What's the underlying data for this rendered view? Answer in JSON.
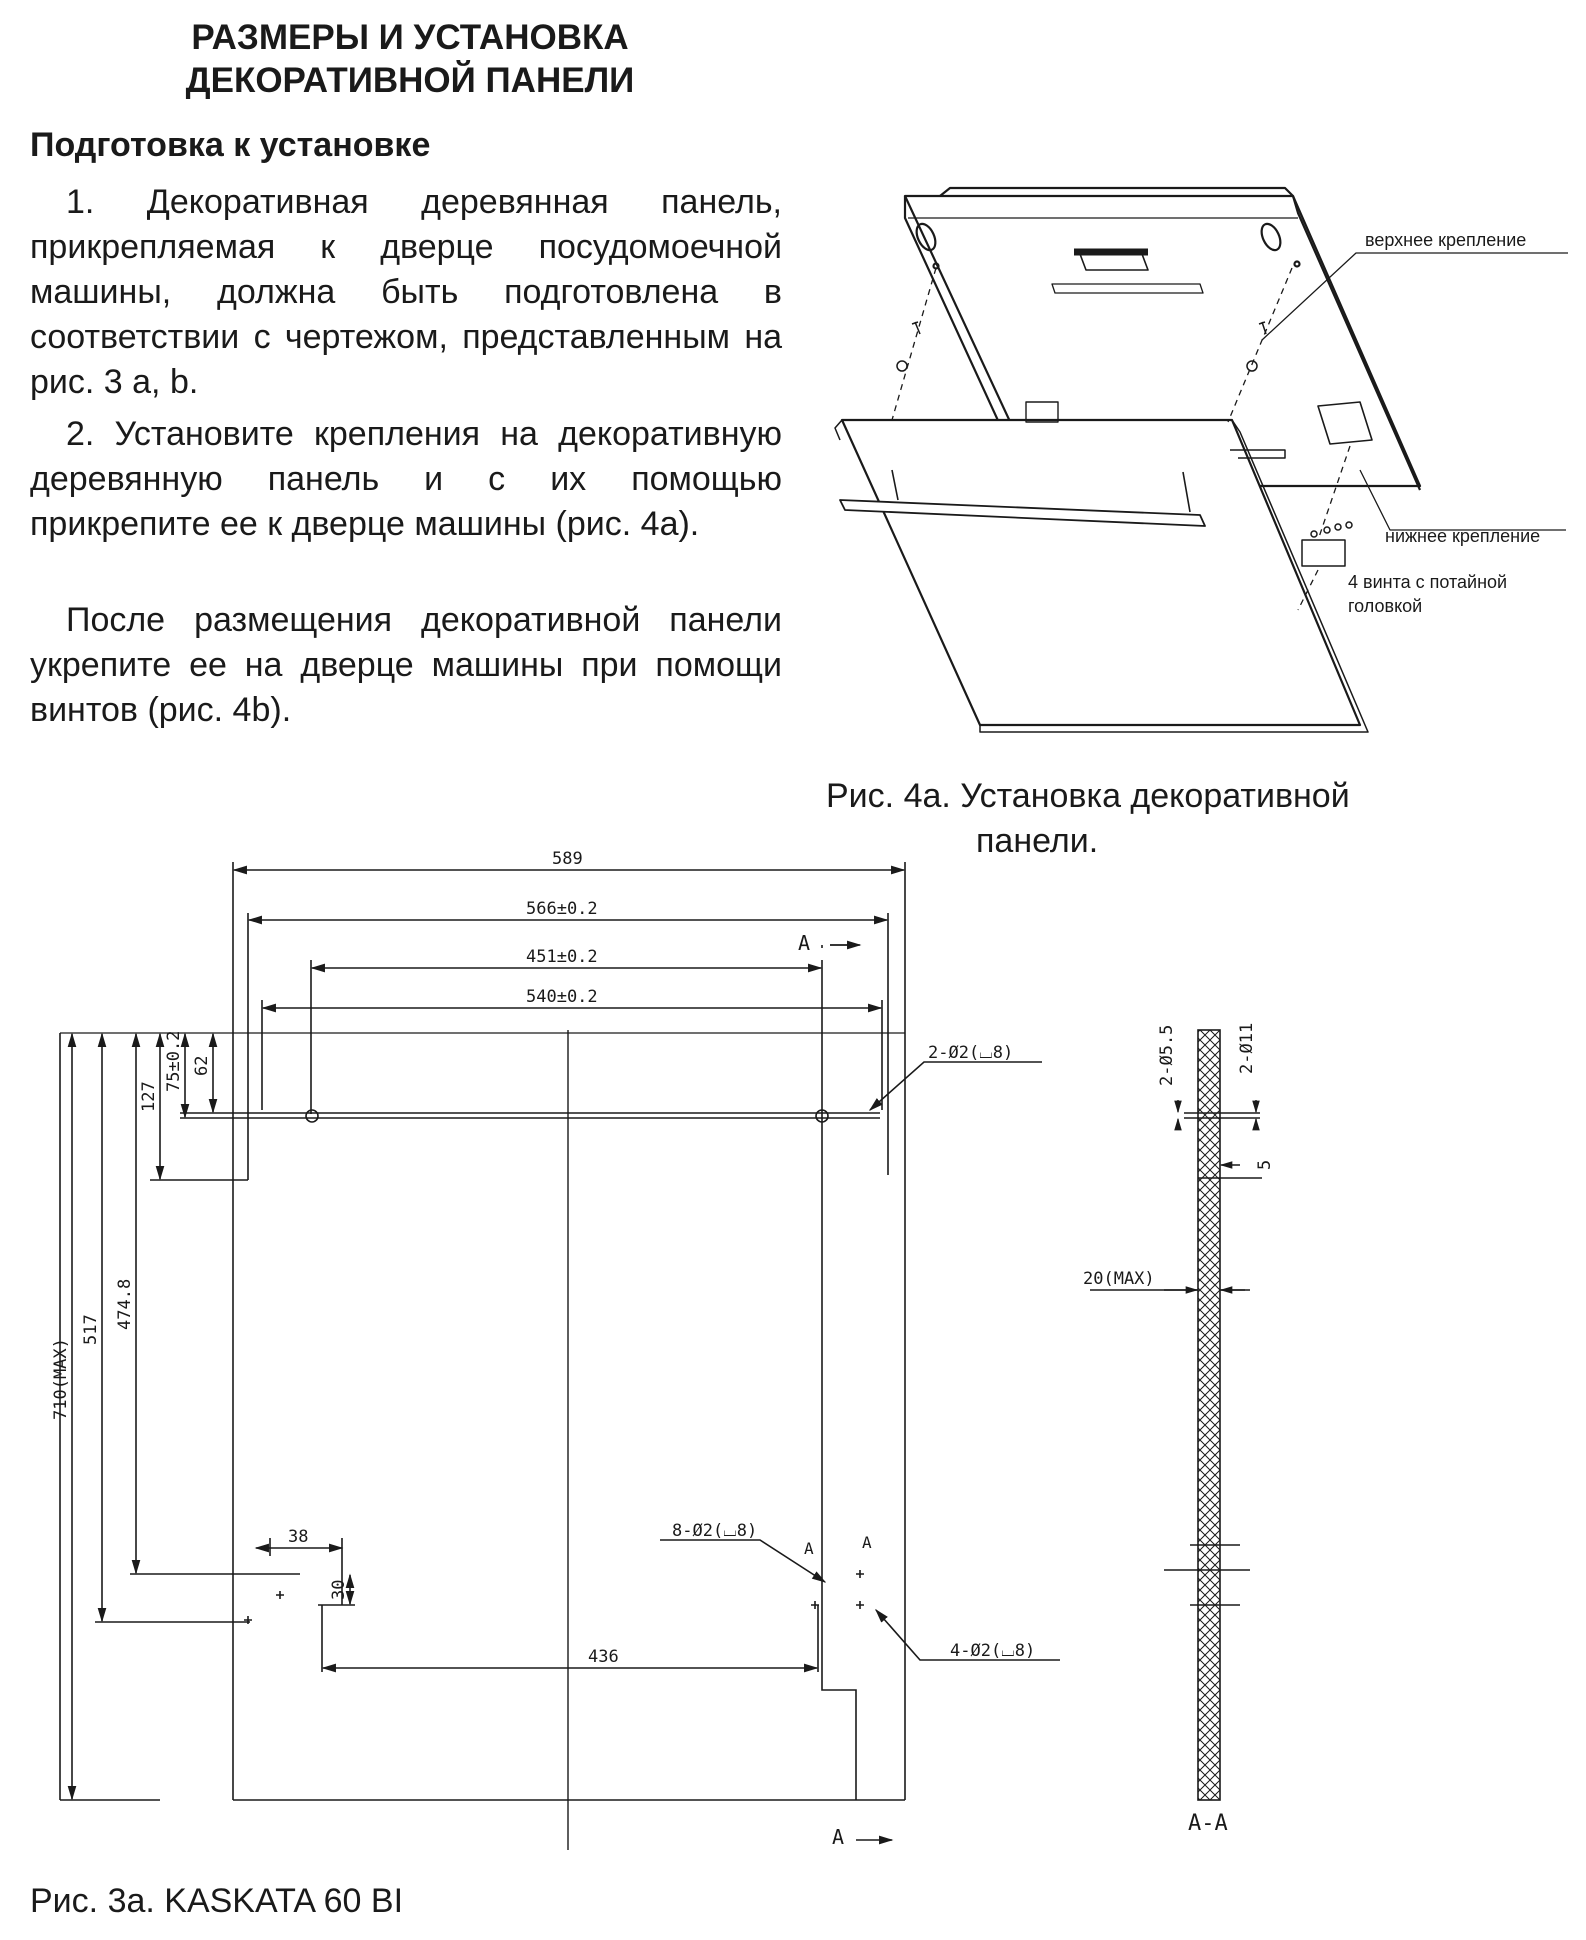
{
  "header": {
    "title_line1": "РАЗМЕРЫ И УСТАНОВКА",
    "title_line2": "ДЕКОРАТИВНОЙ ПАНЕЛИ",
    "subtitle": "Подготовка к установке"
  },
  "steps": {
    "step1": "1. Декоративная деревянная панель, прикрепляемая к дверце посудомоечной машины, должна быть подготовлена в соответствии с чертежом, представленным на рис. 3 a, b.",
    "step2": "2. Установите крепления на декоративную деревянную панель и с их помощью прикрепите ее к дверце машины (рис. 4a).",
    "step3": "После размещения декоративной панели укрепите ее на дверце машины при помощи винтов (рис. 4b)."
  },
  "figure_4a": {
    "label_upper": "верхнее крепление",
    "label_lower": "нижнее крепление",
    "label_screws_1": "4 винта с потайной",
    "label_screws_2": "головкой",
    "caption_line1": "Рис. 4a. Установка декоративной",
    "caption_line2": "панели."
  },
  "figure_3a": {
    "caption": "Рис. 3a. KASKATA 60 BI",
    "dim_589": "589",
    "dim_566": "566±0.2",
    "dim_451": "451±0.2",
    "dim_540": "540±0.2",
    "dim_710": "710(MAX)",
    "dim_517": "517",
    "dim_474": "474.8",
    "dim_127": "127",
    "dim_75": "75±0.2",
    "dim_62": "62",
    "dim_38": "38",
    "dim_30": "30",
    "dim_436": "436",
    "hole_top": "2-Ø2(⌴8)",
    "hole_8": "8-Ø2(⌴8)",
    "hole_4": "4-Ø2(⌴8)",
    "section_a": "A",
    "section_label": "A-A",
    "sec_d55": "2-Ø5.5",
    "sec_d11": "2-Ø11",
    "sec_5": "5",
    "sec_20max": "20(MAX)"
  }
}
